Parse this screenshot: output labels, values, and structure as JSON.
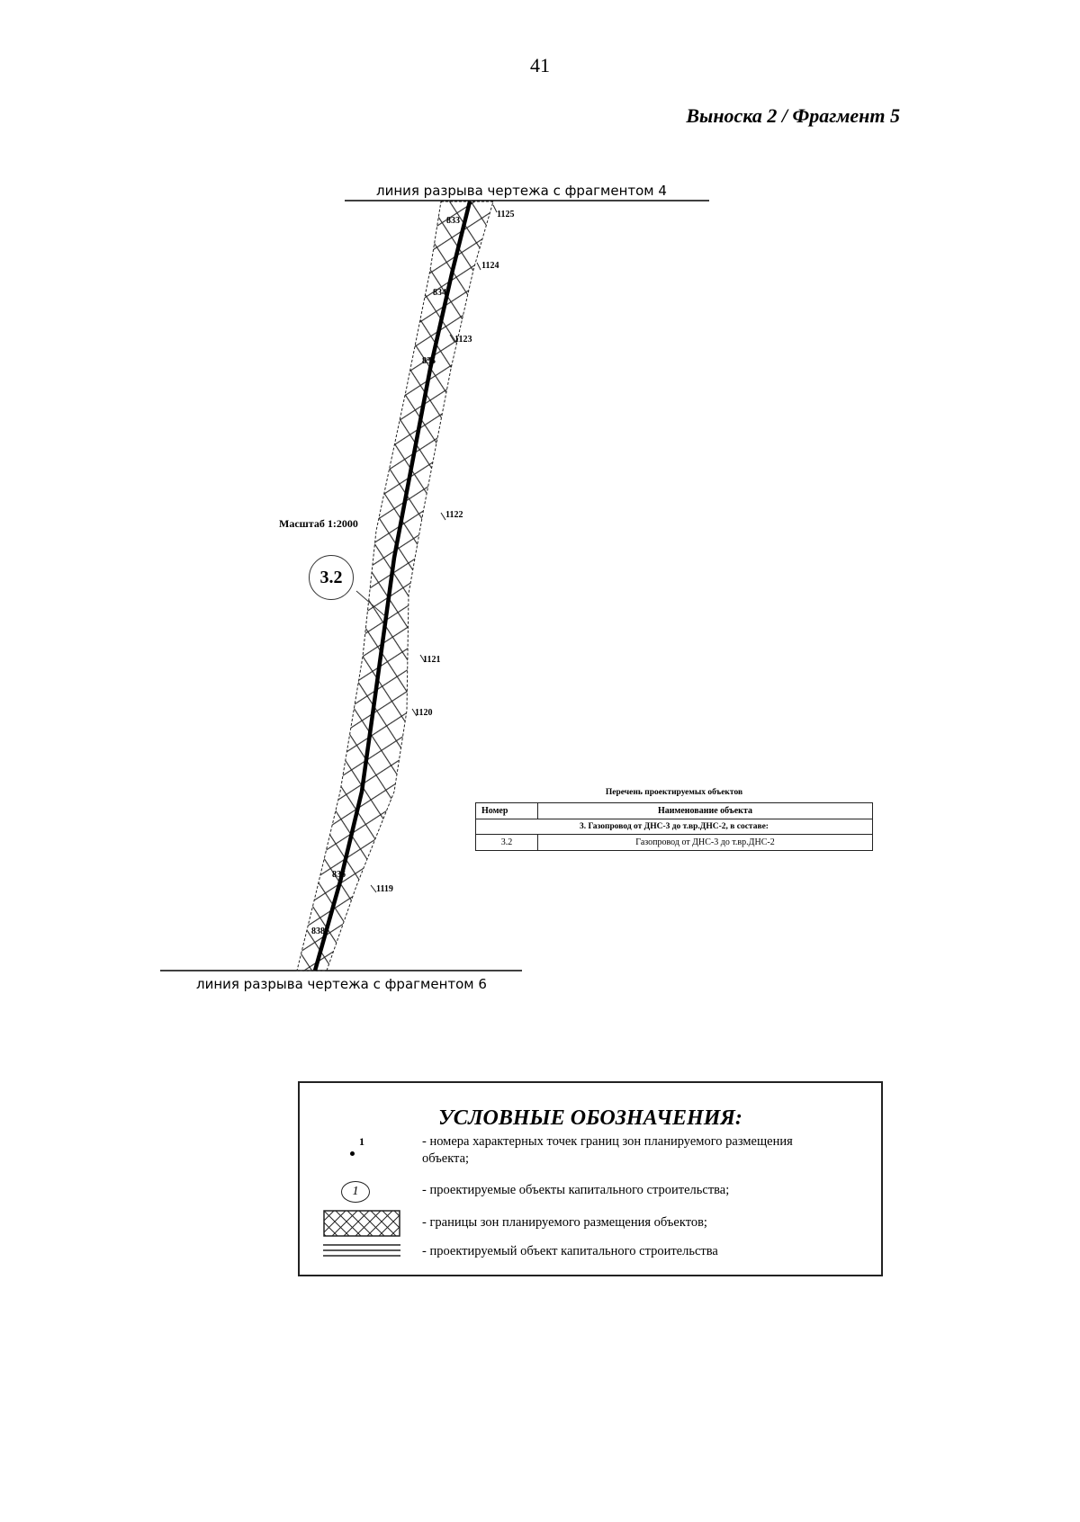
{
  "header": {
    "page_number": "41",
    "callout_title": "Выноска 2 / Фрагмент 5"
  },
  "map": {
    "break_line_top": "линия разрыва чертежа с фрагментом 4",
    "break_line_bottom": "линия разрыва чертежа с фрагментом 6",
    "scale": "Масштаб 1:2000",
    "object_marker": "3.2",
    "points": [
      "833",
      "1125",
      "1124",
      "834",
      "1123",
      "835",
      "1122",
      "1121",
      "1120",
      "836",
      "1119",
      "838"
    ]
  },
  "objects": {
    "caption": "Перечень проектируемых объектов",
    "headers": {
      "number": "Номер",
      "name": "Наименование объекта"
    },
    "group_title": "3. Газопровод от ДНС-3 до т.вр.ДНС-2, в составе:",
    "rows": [
      {
        "number": "3.2",
        "name": "Газопровод от ДНС-3 до т.вр.ДНС-2"
      }
    ]
  },
  "legend": {
    "title": "УСЛОВНЫЕ ОБОЗНАЧЕНИЯ:",
    "point_symbol": "1",
    "object_symbol": "1",
    "items": [
      "- номера характерных точек границ зон планируемого размещения объекта;",
      "- проектируемые объекты капитального строительства;",
      "- границы зон планируемого размещения объектов;",
      "- проектируемый объект капитального строительства"
    ],
    "icons": [
      "point-icon",
      "object-circle-icon",
      "hatched-zone-icon",
      "parallel-lines-icon"
    ]
  }
}
